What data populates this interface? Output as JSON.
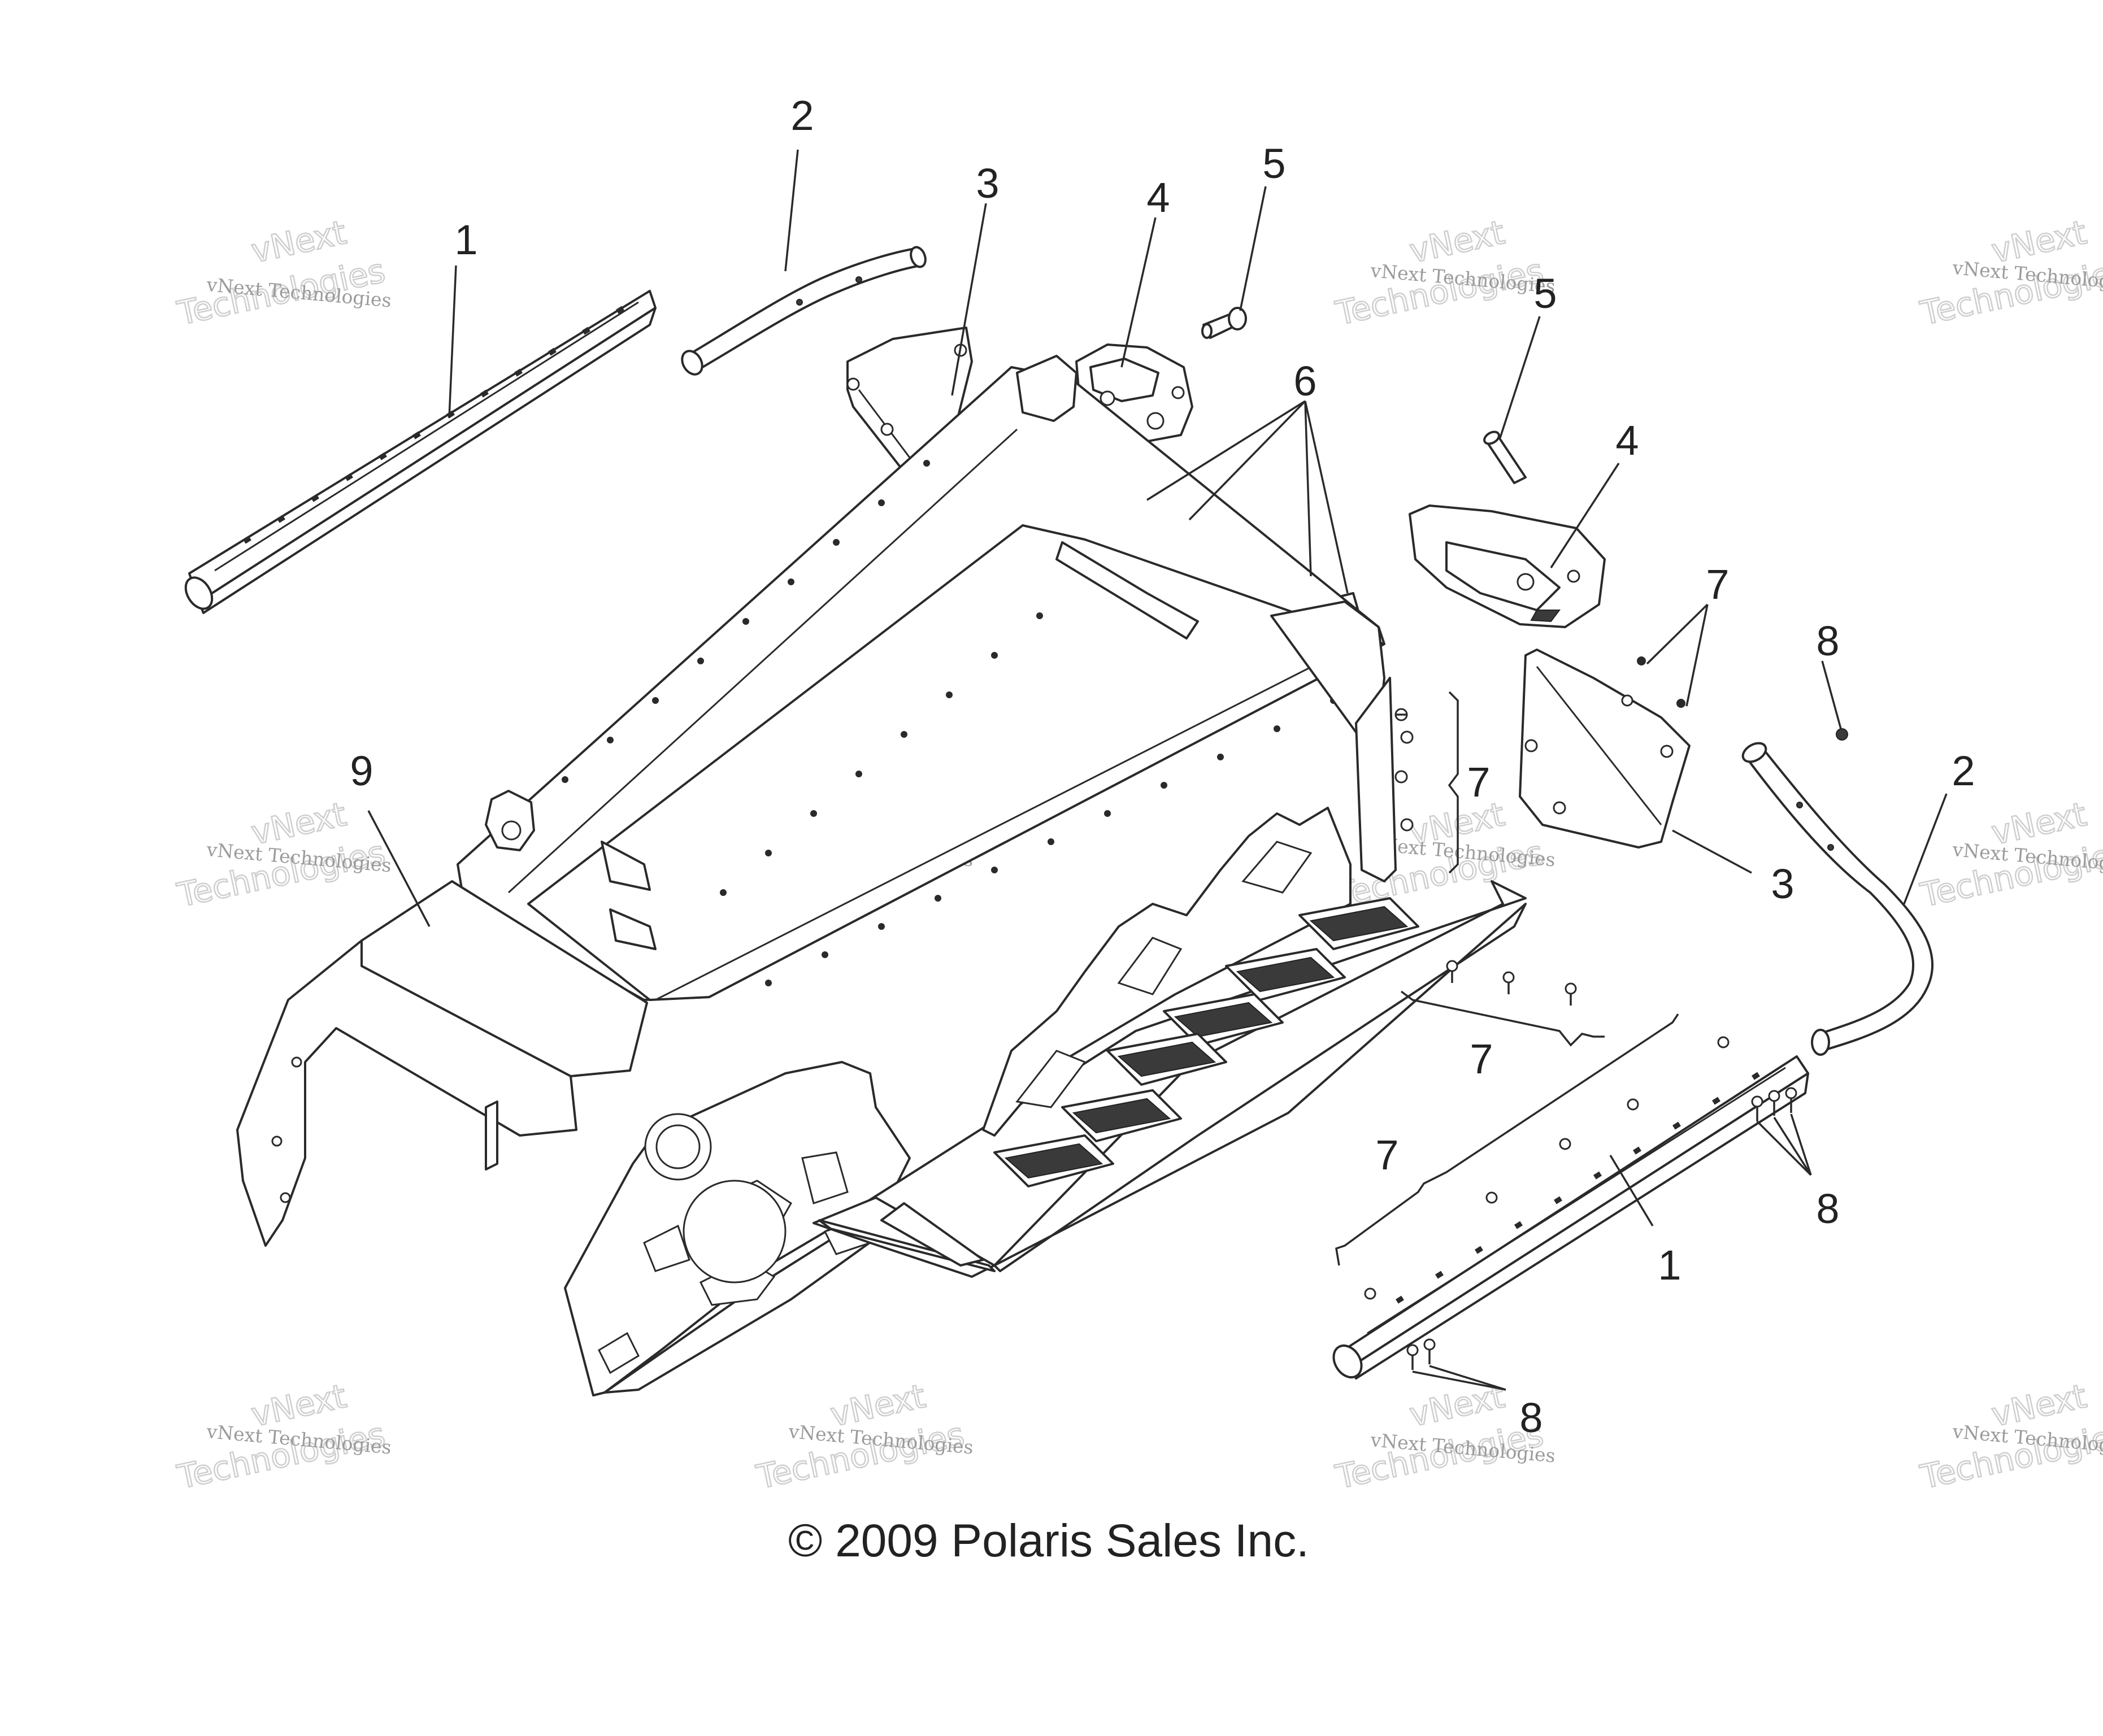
{
  "watermark": {
    "line1": "vNext Technologies",
    "line2": "vNext",
    "line3": "Technologies"
  },
  "callouts": [
    "1",
    "2",
    "3",
    "4",
    "5",
    "5",
    "4",
    "6",
    "7",
    "8",
    "2",
    "9",
    "7",
    "3",
    "7",
    "7",
    "8",
    "1",
    "8"
  ],
  "copyright": "© 2009 Polaris Sales Inc.",
  "colors": {
    "ink": "#2a2a2a",
    "watermark": "#9b9b9b",
    "background": "#ffffff"
  }
}
